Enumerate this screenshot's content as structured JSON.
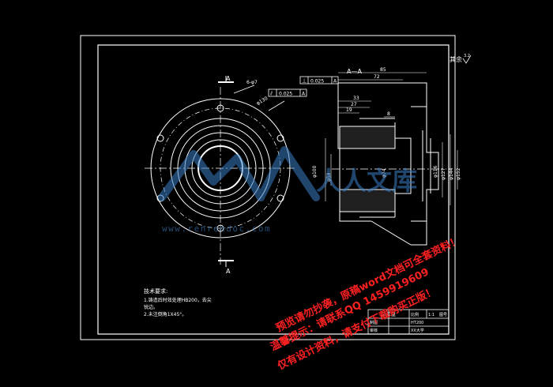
{
  "section_label": "A—A",
  "section_mark": "A",
  "roughness": {
    "label": "其余",
    "value": "3.2"
  },
  "dims": {
    "d85": "85",
    "d72": "72",
    "d33": "33",
    "d27": "27",
    "d19": "19",
    "d8": "8",
    "phi74": "φ74",
    "phi58": "φ58",
    "phi100": "φ100",
    "phi116": "φ116",
    "phi127": "φ127",
    "phi144": "φ144",
    "phi152": "φ152",
    "holes": "6-φ7",
    "pcd": "φ130"
  },
  "tolerance_frames": [
    {
      "symbol": "⊥",
      "value": "0.025",
      "datum": "A"
    },
    {
      "symbol": "⫽",
      "value": "0.025",
      "datum": "A"
    }
  ],
  "tech_req": {
    "title": "技术要求:",
    "items": [
      "1.铸造后时效处理HB200，去尖",
      "锐边。",
      "2.未注倒角1X45°。"
    ]
  },
  "title_block": {
    "part_name": "法兰盘",
    "scale_label": "比例",
    "scale_value": "1:1",
    "drawing_no_label": "图号",
    "designer_label": "制图",
    "checker_label": "审核",
    "material": "HT200",
    "company": "XX大学"
  },
  "watermark": {
    "logo_text": "人人文库",
    "url": "www.renrendoc.com",
    "lines": [
      "预览请勿抄袭，原稿word文档可全套资料！",
      "温馨提示：请联系QQ 1459919609",
      "仅有设计资料，请支付下载购买正版！"
    ]
  }
}
